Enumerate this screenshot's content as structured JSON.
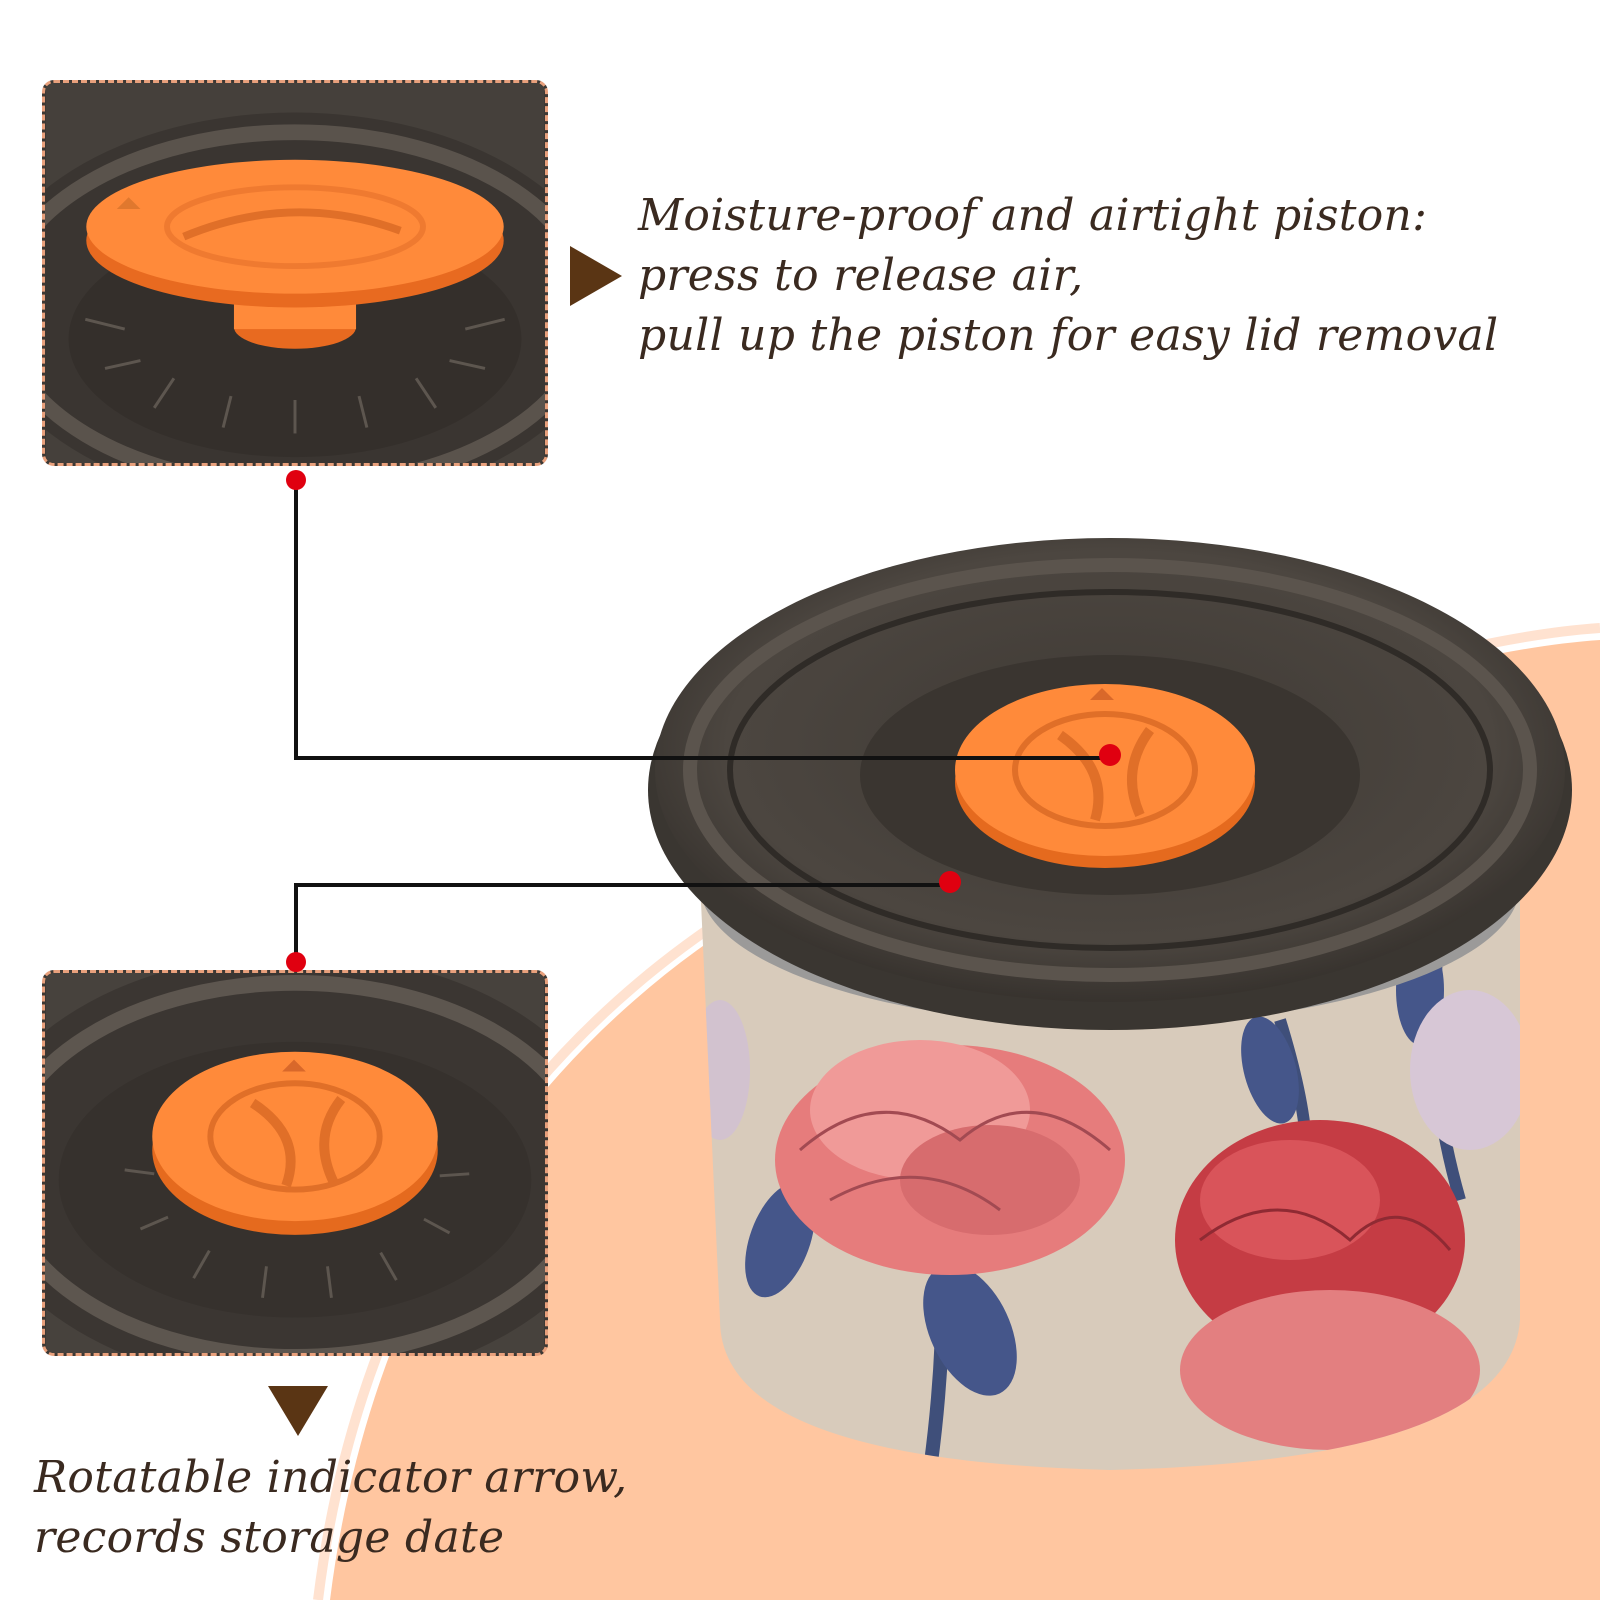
{
  "captions": {
    "piston": [
      "Moisture-proof and airtight piston:",
      "press to release air,",
      "pull up the piston for easy lid removal"
    ],
    "indicator": [
      "Rotatable indicator arrow,",
      "records storage date"
    ]
  },
  "colors": {
    "accent_peach": "#ffc6a0",
    "piston_orange": "#ff8a3a",
    "lid_brown": "#4d4741",
    "callout_dot": "#e00010",
    "pointer_brown": "#5a3514"
  }
}
